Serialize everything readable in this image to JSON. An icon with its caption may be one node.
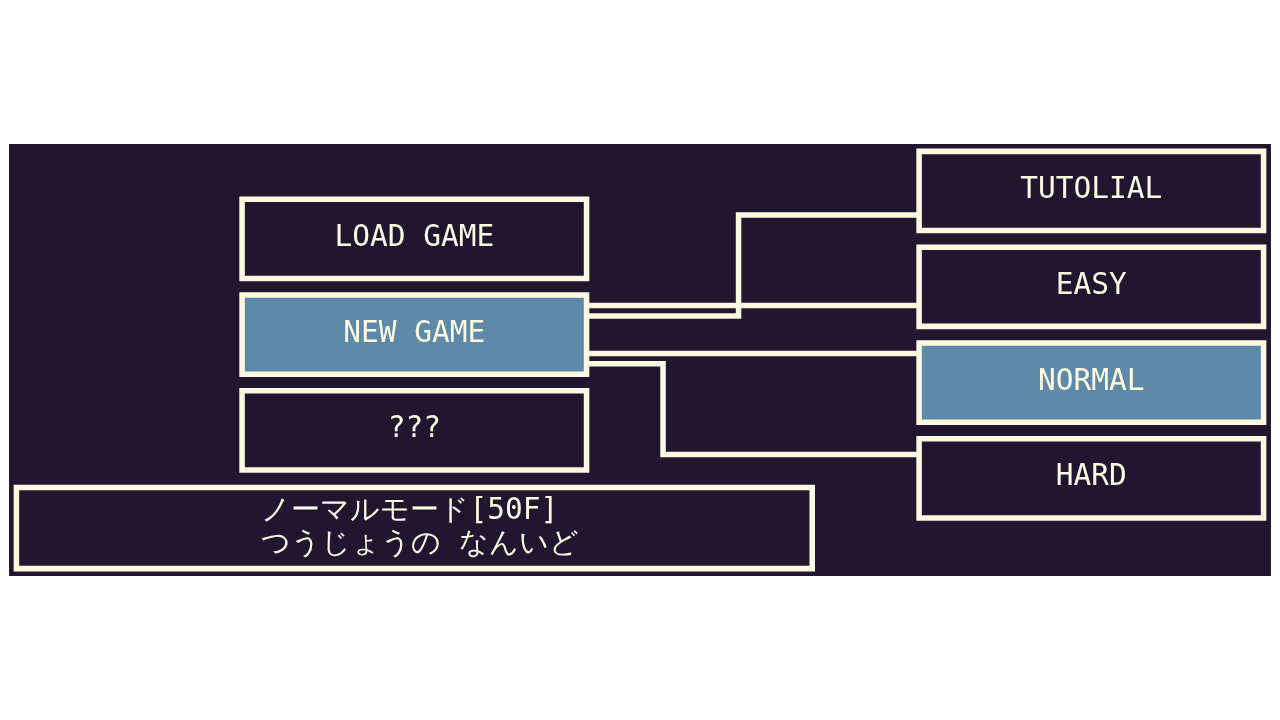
{
  "diagram": {
    "nodes": [
      {
        "text": [
          "LOAD GAME"
        ]
      },
      {
        "text": [
          "NEW GAME"
        ]
      },
      {
        "text": [
          "???"
        ]
      },
      {
        "text": [
          "TUTOLIAL"
        ]
      },
      {
        "text": [
          "EASY"
        ]
      },
      {
        "text": [
          "NORMAL"
        ]
      },
      {
        "text": [
          "HARD"
        ]
      },
      {
        "text": [
          "ノーマルモード[50F]",
          "つうじょうの なんいど"
        ]
      }
    ],
    "edges": [
      {
        "from": 1,
        "to": 3,
        "arrow": "none"
      },
      {
        "from": 1,
        "to": 4,
        "arrow": "none"
      },
      {
        "from": 1,
        "to": 5,
        "arrow": "none"
      },
      {
        "from": 1,
        "to": 6,
        "arrow": "none"
      }
    ]
  }
}
